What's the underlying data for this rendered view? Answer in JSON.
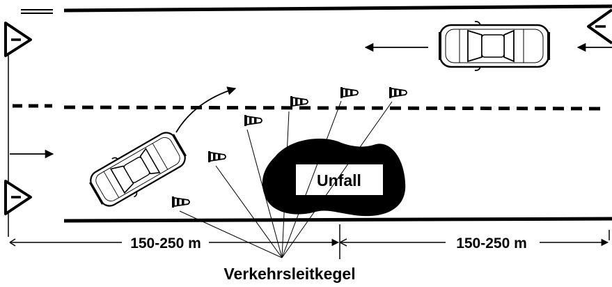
{
  "labels": {
    "accident": "Unfall",
    "distance_left": "150-250 m",
    "distance_right": "150-250 m",
    "cones_caption": "Verkehrsleitkegel"
  },
  "icons": [
    "warning-triangle-icon",
    "traffic-cone-icon",
    "car-icon",
    "arrow-icon"
  ],
  "colors": {
    "ink": "#000000",
    "paper": "#ffffff"
  }
}
